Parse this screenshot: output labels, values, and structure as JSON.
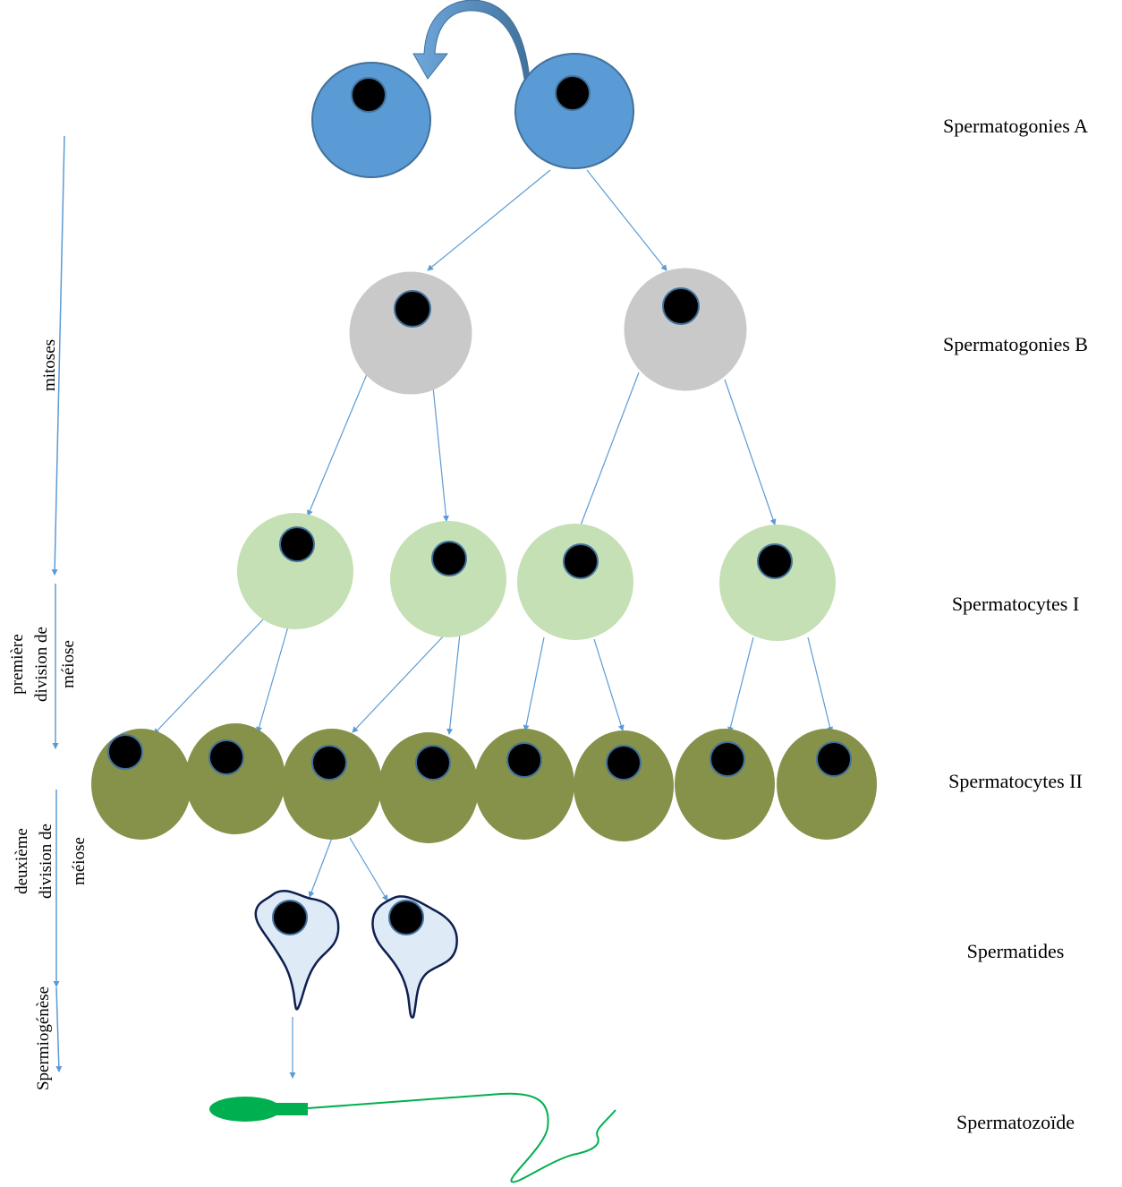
{
  "stages": {
    "spermatogonies_a": "Spermatogonies A",
    "spermatogonies_b": "Spermatogonies B",
    "spermatocytes_1": "Spermatocytes I",
    "spermatocytes_2": "Spermatocytes II",
    "spermatides": "Spermatides",
    "spermatozoide": "Spermatozoïde"
  },
  "phases": {
    "mitoses": "mitoses",
    "meiose1_line1": "première",
    "meiose1_line2": "division de",
    "meiose1_line3": "méiose",
    "meiose2_line1": "deuxième",
    "meiose2_line2": "division de",
    "meiose2_line3": "méiose",
    "spermiogenese": "Spermiogénèse"
  },
  "colors": {
    "spermatogonie_a": "#5b9bd5",
    "spermatogonie_a_border": "#41719c",
    "spermatogonie_b": "#c9c9c9",
    "spermatocyte_1": "#c5e0b4",
    "spermatocyte_2": "#86914a",
    "spermatide_fill": "#deebf7",
    "spermatide_border": "#0f1f4f",
    "spermatozoide": "#00b050",
    "nucleus": "#000000",
    "nucleus_border": "#41719c",
    "arrow": "#5b9bd5",
    "self_renewal_arrow": "#4f81bd"
  }
}
